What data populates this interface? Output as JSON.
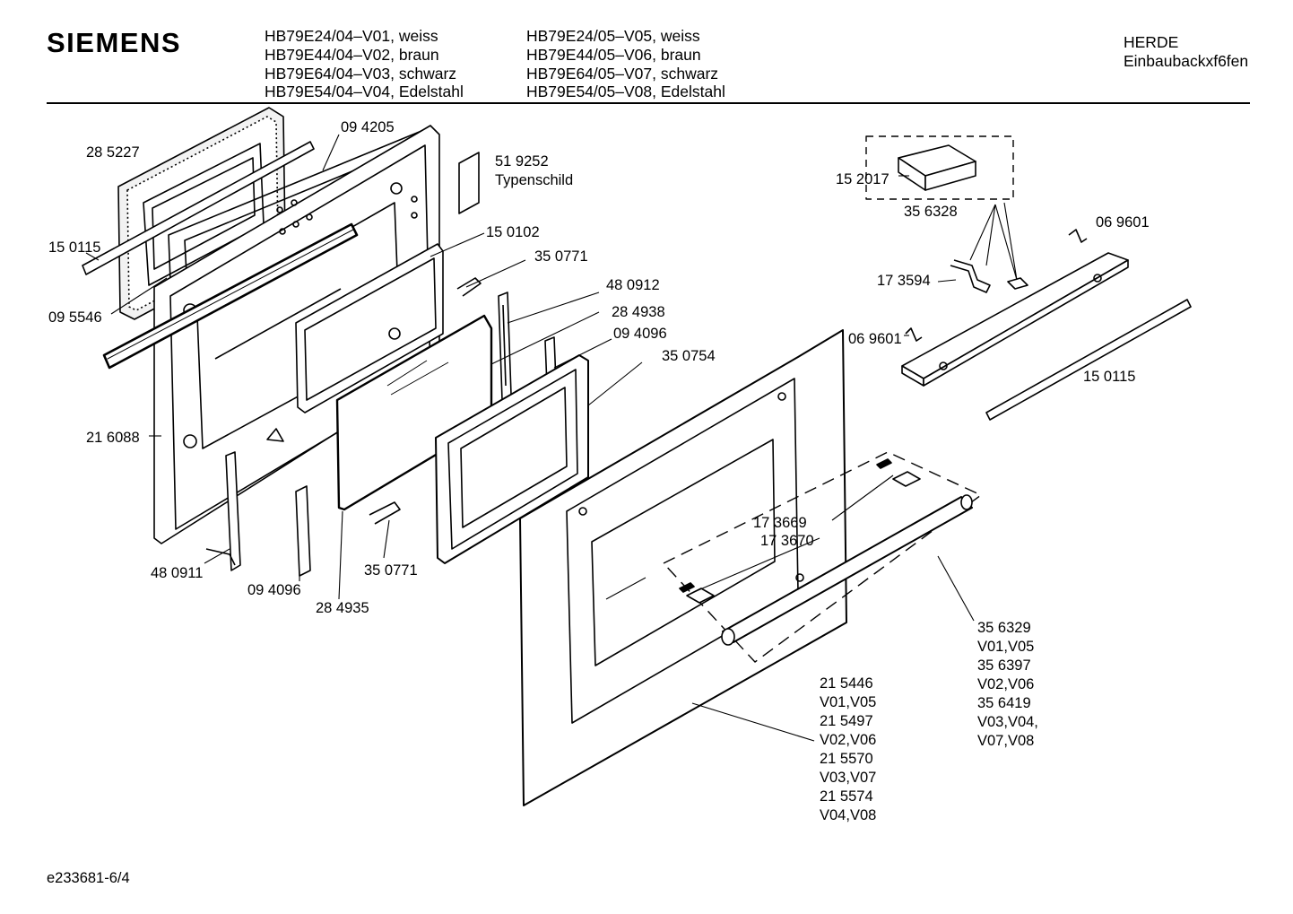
{
  "header": {
    "brand": "SIEMENS",
    "models_col1": [
      "HB79E24/04–V01, weiss",
      "HB79E44/04–V02, braun",
      "HB79E64/04–V03, schwarz",
      "HB79E54/04–V04, Edelstahl"
    ],
    "models_col2": [
      "HB79E24/05–V05, weiss",
      "HB79E44/05–V06, braun",
      "HB79E64/05–V07, schwarz",
      "HB79E54/05–V08, Edelstahl"
    ],
    "category_line1": "HERDE",
    "category_line2": "Einbaubackxf6fen"
  },
  "parts": {
    "p285227": "28 5227",
    "p094205": "09 4205",
    "p519252": "51 9252",
    "typenschild": "Typenschild",
    "p150115_left": "15 0115",
    "p150102": "15 0102",
    "p350771_top": "35 0771",
    "p095546": "09 5546",
    "p480912": "48 0912",
    "p284938": "28 4938",
    "p094096_top": "09 4096",
    "p350754": "35 0754",
    "p216088": "21 6088",
    "p480911": "48 0911",
    "p094096_bottom": "09 4096",
    "p284935": "28 4935",
    "p350771_bottom": "35 0771",
    "p173669": "17 3669",
    "p173670": "17 3670",
    "p152017": "15 2017",
    "p356328": "35 6328",
    "p069601_right": "06 9601",
    "p173594": "17 3594",
    "p069601_left": "06 9601",
    "p150115_right": "15 0115",
    "handle_variants": [
      "35 6329",
      "V01,V05",
      "35 6397",
      "V02,V06",
      "35 6419",
      "V03,V04,",
      "V07,V08"
    ],
    "glass_variants": [
      "21 5446",
      "V01,V05",
      "21 5497",
      "V02,V06",
      "21 5570",
      "V03,V07",
      "21 5574",
      "V04,V08"
    ]
  },
  "footer": {
    "doc_id": "e233681-6/4"
  }
}
